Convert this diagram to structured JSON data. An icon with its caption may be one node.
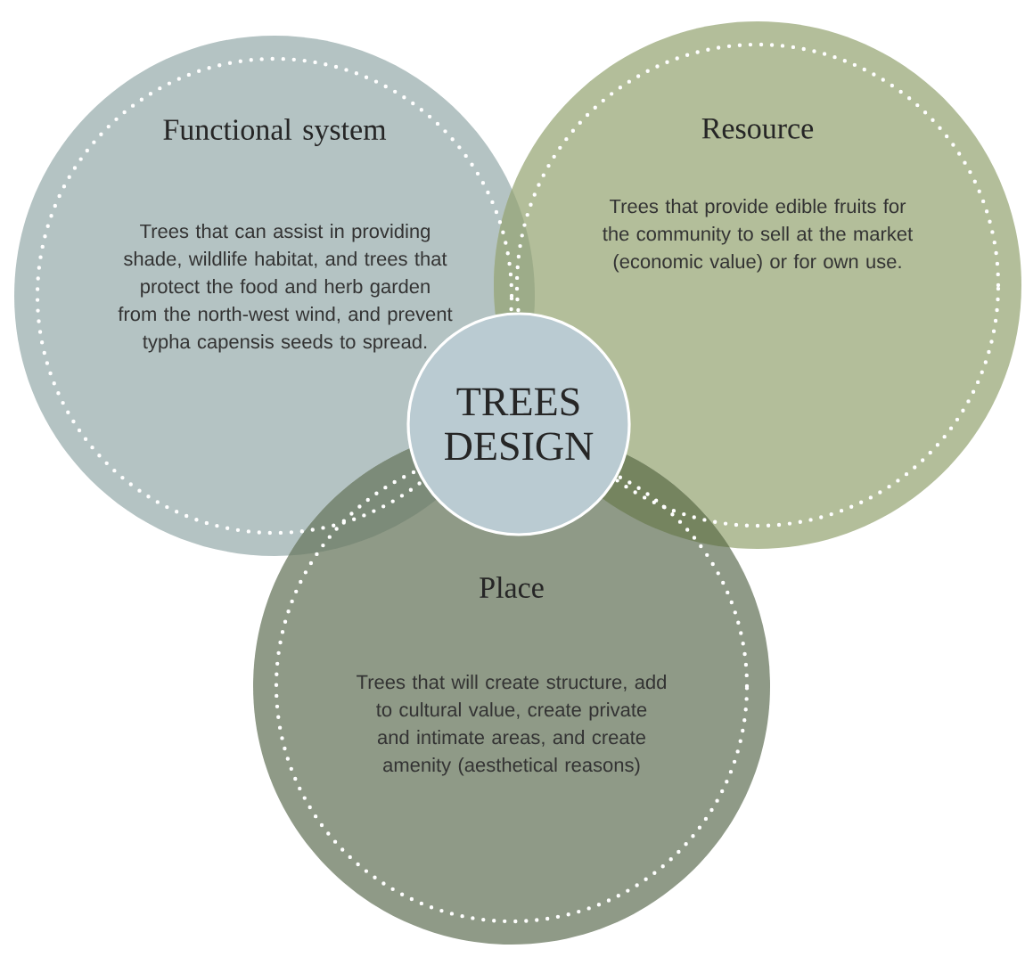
{
  "diagram": {
    "nodes": [
      {
        "text": [
          "Functional system",
          "Trees that can assist in providing shade, wildlife habitat, and trees that protect the food and herb garden from the north-west wind, and prevent typha capensis seeds to spread."
        ]
      },
      {
        "text": [
          "Resource",
          "Trees that provide edible fruits for the community to sell at the market (economic value) or for own use."
        ]
      },
      {
        "text": [
          "TREES DESIGN"
        ]
      },
      {
        "text": [
          "Place",
          "Trees that will create structure, add to cultural value, create private and intimate areas, and create amenity (aesthetical reasons)"
        ]
      }
    ]
  }
}
